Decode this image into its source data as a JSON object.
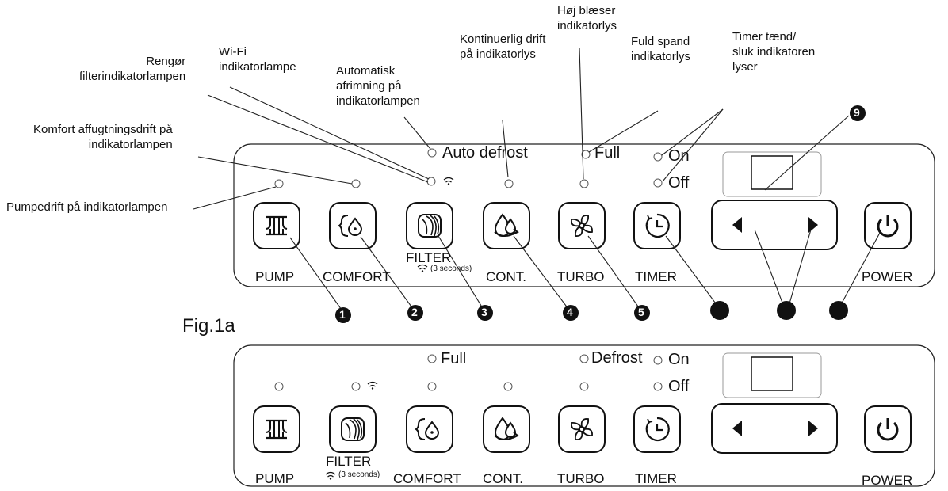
{
  "figure_label": "Fig.1a",
  "callouts": {
    "pump": "Pumpedrift på indikatorlampen",
    "comfort": "Komfort affugtningsdrift på\nindikatorlampen",
    "filter": "Rengør\nfilterindikatorlampen",
    "wifi": "Wi-Fi\nindikatorlampe",
    "auto_defrost": "Automatisk\nafrimning på\nindikatorlampen",
    "continuous": "Kontinuerlig drift\npå indikatorlys",
    "high_fan": "Høj blæser\nindikatorlys",
    "full_bucket": "Fuld spand\nindikatorlys",
    "timer": "Timer tænd/\nsluk indikatoren\nlyser"
  },
  "numbers": [
    "1",
    "2",
    "3",
    "4",
    "5",
    "9"
  ],
  "panel_a": {
    "indicators": {
      "auto_defrost": "Auto defrost",
      "full": "Full",
      "on": "On",
      "off": "Off"
    },
    "buttons": {
      "pump": "PUMP",
      "comfort": "COMFORT",
      "filter": "FILTER",
      "filter_sub": "(3 seconds)",
      "cont": "CONT.",
      "turbo": "TURBO",
      "timer": "TIMER",
      "power": "POWER"
    }
  },
  "panel_b": {
    "indicators": {
      "full": "Full",
      "defrost": "Defrost",
      "on": "On",
      "off": "Off"
    },
    "buttons": {
      "pump": "PUMP",
      "filter": "FILTER",
      "filter_sub": "(3 seconds)",
      "comfort": "COMFORT",
      "cont": "CONT.",
      "turbo": "TURBO",
      "timer": "TIMER",
      "power": "POWER"
    }
  },
  "icons": [
    "pump-icon",
    "comfort-icon",
    "filter-icon",
    "continuous-icon",
    "turbo-fan-icon",
    "timer-icon",
    "left-arrow-icon",
    "right-arrow-icon",
    "power-icon",
    "wifi-icon",
    "display-icon"
  ]
}
